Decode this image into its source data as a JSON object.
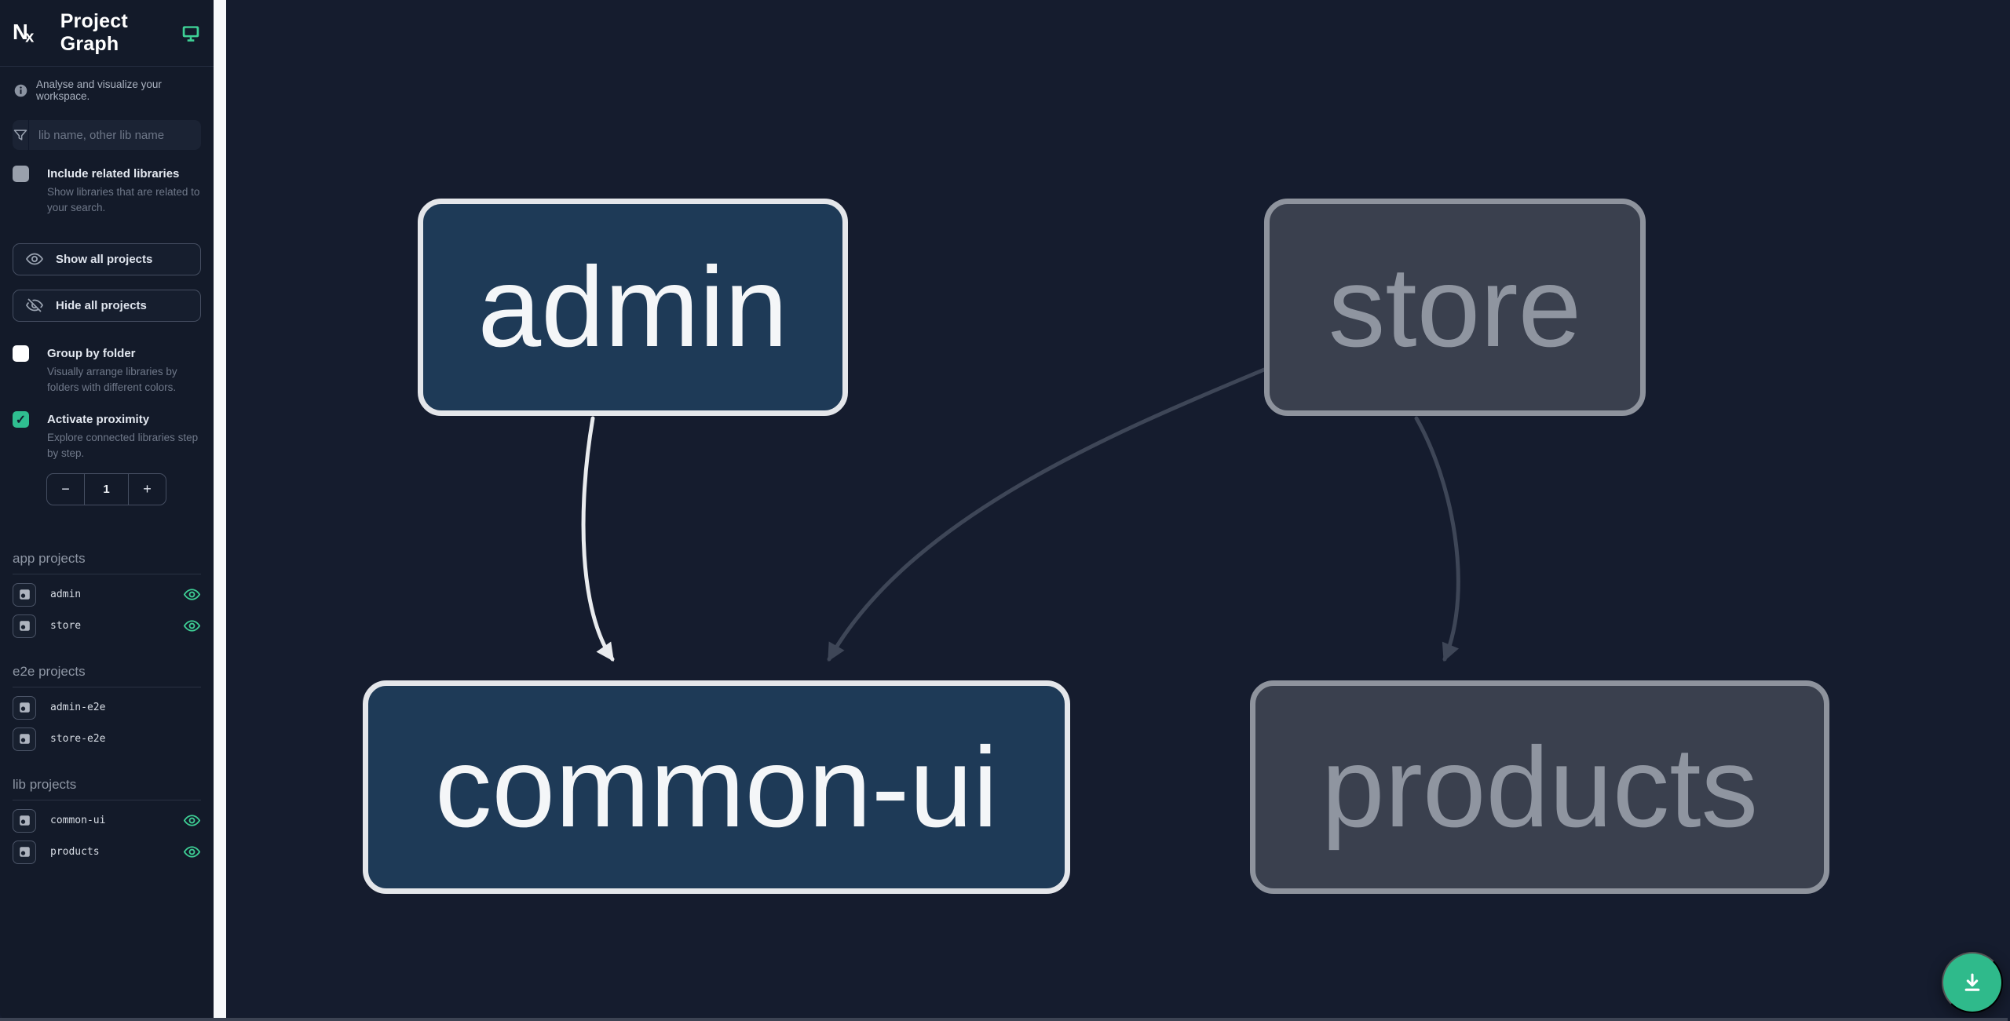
{
  "app": {
    "title": "Project Graph"
  },
  "sidebar": {
    "tagline": "Analyse and visualize your workspace.",
    "filter": {
      "placeholder": "lib name, other lib name"
    },
    "include_related": {
      "label": "Include related libraries",
      "description": "Show libraries that are related to your search.",
      "checked": false
    },
    "buttons": {
      "show_all": "Show all projects",
      "hide_all": "Hide all projects"
    },
    "group_by_folder": {
      "label": "Group by folder",
      "description": "Visually arrange libraries by folders with different colors.",
      "checked": false
    },
    "proximity": {
      "label": "Activate proximity",
      "description": "Explore connected libraries step by step.",
      "checked": true,
      "decrement": "−",
      "value": "1",
      "increment": "+"
    },
    "sections": [
      {
        "title": "app projects",
        "items": [
          {
            "name": "admin",
            "visible": true
          },
          {
            "name": "store",
            "visible": true
          }
        ]
      },
      {
        "title": "e2e projects",
        "items": [
          {
            "name": "admin-e2e",
            "visible": false
          },
          {
            "name": "store-e2e",
            "visible": false
          }
        ]
      },
      {
        "title": "lib projects",
        "items": [
          {
            "name": "common-ui",
            "visible": true
          },
          {
            "name": "products",
            "visible": true
          }
        ]
      }
    ]
  },
  "graph": {
    "nodes": [
      {
        "id": "admin",
        "state": "focused"
      },
      {
        "id": "store",
        "state": "muted"
      },
      {
        "id": "common-ui",
        "state": "focused"
      },
      {
        "id": "products",
        "state": "muted"
      }
    ],
    "edges": [
      {
        "from": "admin",
        "to": "common-ui",
        "style": "highlight"
      },
      {
        "from": "store",
        "to": "common-ui",
        "style": "muted"
      },
      {
        "from": "store",
        "to": "products",
        "style": "muted"
      }
    ]
  },
  "icons": {
    "logo": "nx-logo",
    "header": "monitor-icon",
    "tagline": "info-icon",
    "filter": "funnel-icon",
    "show_all": "eye-icon",
    "hide_all": "eye-off-icon",
    "project_row": "focus-project-icon",
    "project_visibility": "eye-icon",
    "fab": "download-icon"
  },
  "colors": {
    "accent": "#3ecf95",
    "checkbox_checked": "#2fbe90",
    "fab": "#2fba8b",
    "node_focused_bg": "#1e3a57",
    "node_focused_border": "#e4e6ea",
    "node_muted_bg": "#3a404e",
    "node_muted_border": "#8e939d",
    "edge_highlight": "#e9ebee",
    "edge_muted": "#3e4657",
    "sidebar_bg": "#131a29",
    "canvas_bg": "#151c2e"
  }
}
